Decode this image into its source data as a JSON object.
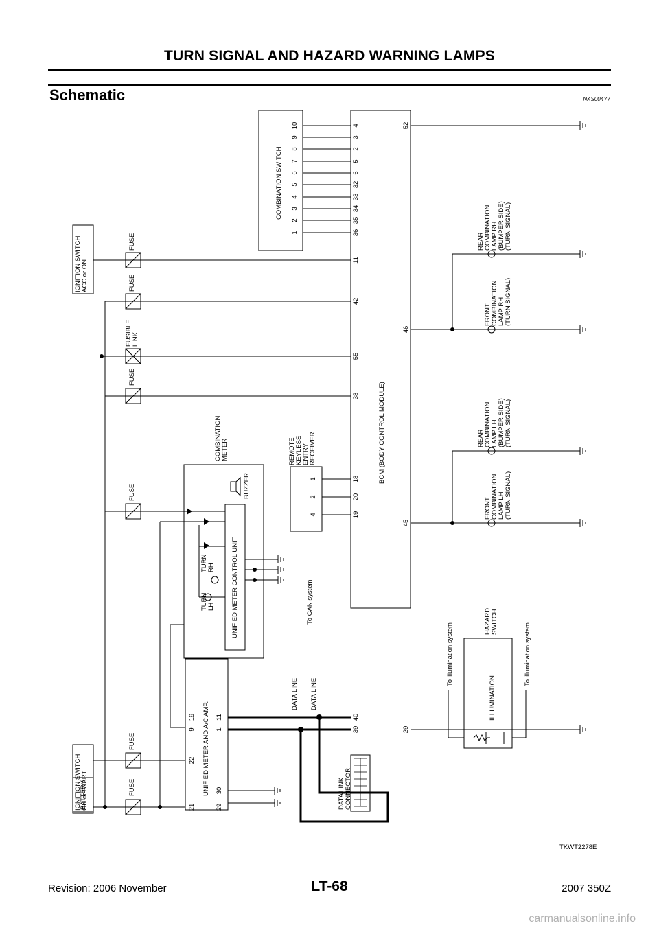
{
  "header": {
    "title": "TURN SIGNAL AND HAZARD WARNING LAMPS"
  },
  "section": {
    "title": "Schematic",
    "code": "NKS004Y7"
  },
  "footer": {
    "revision": "Revision: 2006 November",
    "page": "LT-68",
    "model": "2007 350Z"
  },
  "watermark": "carmanualsonline.info",
  "diagram": {
    "figure_id": "TKWT2278E",
    "labels": {
      "ign_acc": [
        "IGNITION SWITCH",
        "ACC or ON"
      ],
      "ign_on": [
        "IGNITION SWITCH",
        "ON or START"
      ],
      "battery": "BATTERY",
      "fuse": "FUSE",
      "fusible_link": [
        "FUSIBLE",
        "LINK"
      ],
      "combination_switch": "COMBINATION SWITCH",
      "combination_meter": [
        "COMBINATION",
        "METER"
      ],
      "buzzer": "BUZZER",
      "unified_meter_control_unit": "UNIFIED METER CONTROL UNIT",
      "turn_rh": [
        "TURN",
        "RH"
      ],
      "turn_lh": [
        "TURN",
        "LH"
      ],
      "unified_meter_ac_amp": "UNIFIED METER AND A/C AMP.",
      "remote_keyless": [
        "REMOTE",
        "KEYLESS",
        "ENTRY",
        "RECEIVER"
      ],
      "bcm": "BCM (BODY CONTROL MODULE)",
      "data_line": "DATA LINE",
      "to_can": "To CAN system",
      "data_link_connector": [
        "DATA LINK",
        "CONNECTOR"
      ],
      "front_lh": [
        "FRONT",
        "COMBINATION",
        "LAMP LH",
        "(TURN SIGNAL)"
      ],
      "rear_lh": [
        "REAR",
        "COMBINATION",
        "LAMP LH",
        "(BUMPER SIDE)",
        "(TURN SIGNAL)"
      ],
      "front_rh": [
        "FRONT",
        "COMBINATION",
        "LAMP RH",
        "(TURN SIGNAL)"
      ],
      "rear_rh": [
        "REAR",
        "COMBINATION",
        "LAMP RH",
        "(BUMPER SIDE)",
        "(TURN SIGNAL)"
      ],
      "hazard_switch": [
        "HAZARD",
        "SWITCH"
      ],
      "illumination": "ILLUMINATION",
      "to_illumination": "To illumination system"
    },
    "pins": {
      "combination_switch": [
        "1",
        "2",
        "3",
        "4",
        "5",
        "6",
        "7",
        "8",
        "9",
        "10"
      ],
      "bcm_combination": [
        "36",
        "35",
        "34",
        "33",
        "32",
        "6",
        "5",
        "2",
        "3",
        "4"
      ],
      "bcm_supply": [
        "11",
        "42",
        "55",
        "38"
      ],
      "bcm_keyless": [
        "18",
        "20",
        "19"
      ],
      "keyless": [
        "1",
        "2",
        "4"
      ],
      "bcm_data": [
        "40",
        "39"
      ],
      "bcm_lamps": [
        "52",
        "46",
        "45",
        "29"
      ],
      "amp_top": [
        "21",
        "22",
        "9",
        "19"
      ],
      "amp_bottom": [
        "29",
        "30",
        "1",
        "11"
      ]
    }
  }
}
